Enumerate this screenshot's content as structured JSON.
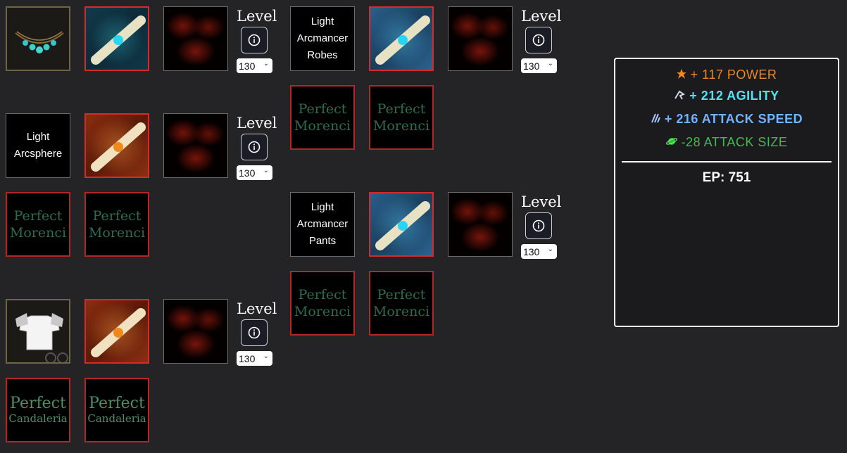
{
  "level_label": "Level",
  "level_value": "130",
  "left_column": {
    "row1": {
      "slot_3": "blurred"
    },
    "row2": {
      "name_line1": "Light",
      "name_line2": "Arcsphere"
    },
    "row3": {
      "perfect_a": "Perfect",
      "perfect_b": "Morenci"
    },
    "row4": {
      "slot_1": "chestplate"
    },
    "row5": {
      "perfect_a": "Perfect",
      "perfect_b": "Candaleria"
    }
  },
  "right_column": {
    "row1": {
      "name_line1": "Light",
      "name_line2": "Arcmancer",
      "name_line3": "Robes"
    },
    "row2": {
      "perfect_a": "Perfect",
      "perfect_b": "Morenci"
    },
    "row3": {
      "name_line1": "Light",
      "name_line2": "Arcmancer",
      "name_line3": "Pants"
    },
    "row4": {
      "perfect_a": "Perfect",
      "perfect_b": "Morenci"
    }
  },
  "stats": {
    "power": "+ 117 POWER",
    "agility": "+ 212 AGILITY",
    "attack_speed": "+ 216 ATTACK SPEED",
    "attack_size": "-28 ATTACK SIZE",
    "ep": "EP: 751",
    "colors": {
      "power": "#e98a2a",
      "agility": "#4fe3f0",
      "attack_speed": "#6fb4ff",
      "attack_size": "#3cbf4a"
    }
  }
}
